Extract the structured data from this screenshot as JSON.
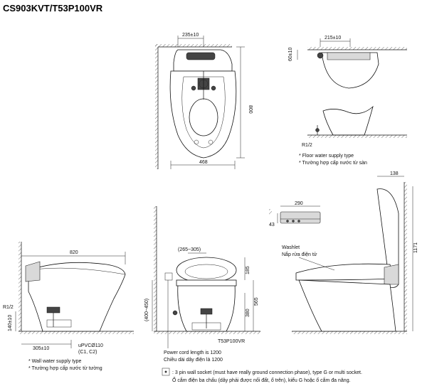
{
  "title": "CS903KVT/T53P100VR",
  "top_view": {
    "width_offset": "235±10",
    "length": "800",
    "width": "468"
  },
  "side_top_right": {
    "offset": "215±10",
    "height": "60±10",
    "rough": "R1/2",
    "note_en": "* Floor water supply type",
    "note_vi": "* Trường hợp cấp nước từ sàn"
  },
  "side_left": {
    "length": "820",
    "rough": "R1/2",
    "height": "140±10",
    "offset": "305±10",
    "pipe": "uPVCØ110",
    "pipe_sub": "(C1, C2)",
    "note_en": "* Wall water supply type",
    "note_vi": "* Trường hợp cấp nước từ tường"
  },
  "front_view": {
    "range": "(265~305)",
    "socket_range": "(400~450)",
    "h185": "185",
    "h565": "565",
    "h380": "380",
    "model_tag": "T53P100VR",
    "cord_en": "Power cord length is 1200",
    "cord_vi": "Chiều dài dây điện là 1200"
  },
  "remote": {
    "width": "290",
    "height": "43"
  },
  "side_right": {
    "top": "138",
    "height": "1171",
    "washlet_en": "Washlet",
    "washlet_vi": "Nắp rửa điện tử"
  },
  "footer": {
    "socket_en": ": 3 pin wall socket (must have really ground connection phase), type G or multi socket.",
    "socket_vi": "Ổ cắm điện ba chấu (dây phải được nối đất, ổ trên), kiểu G hoặc ổ cắm đa năng."
  }
}
